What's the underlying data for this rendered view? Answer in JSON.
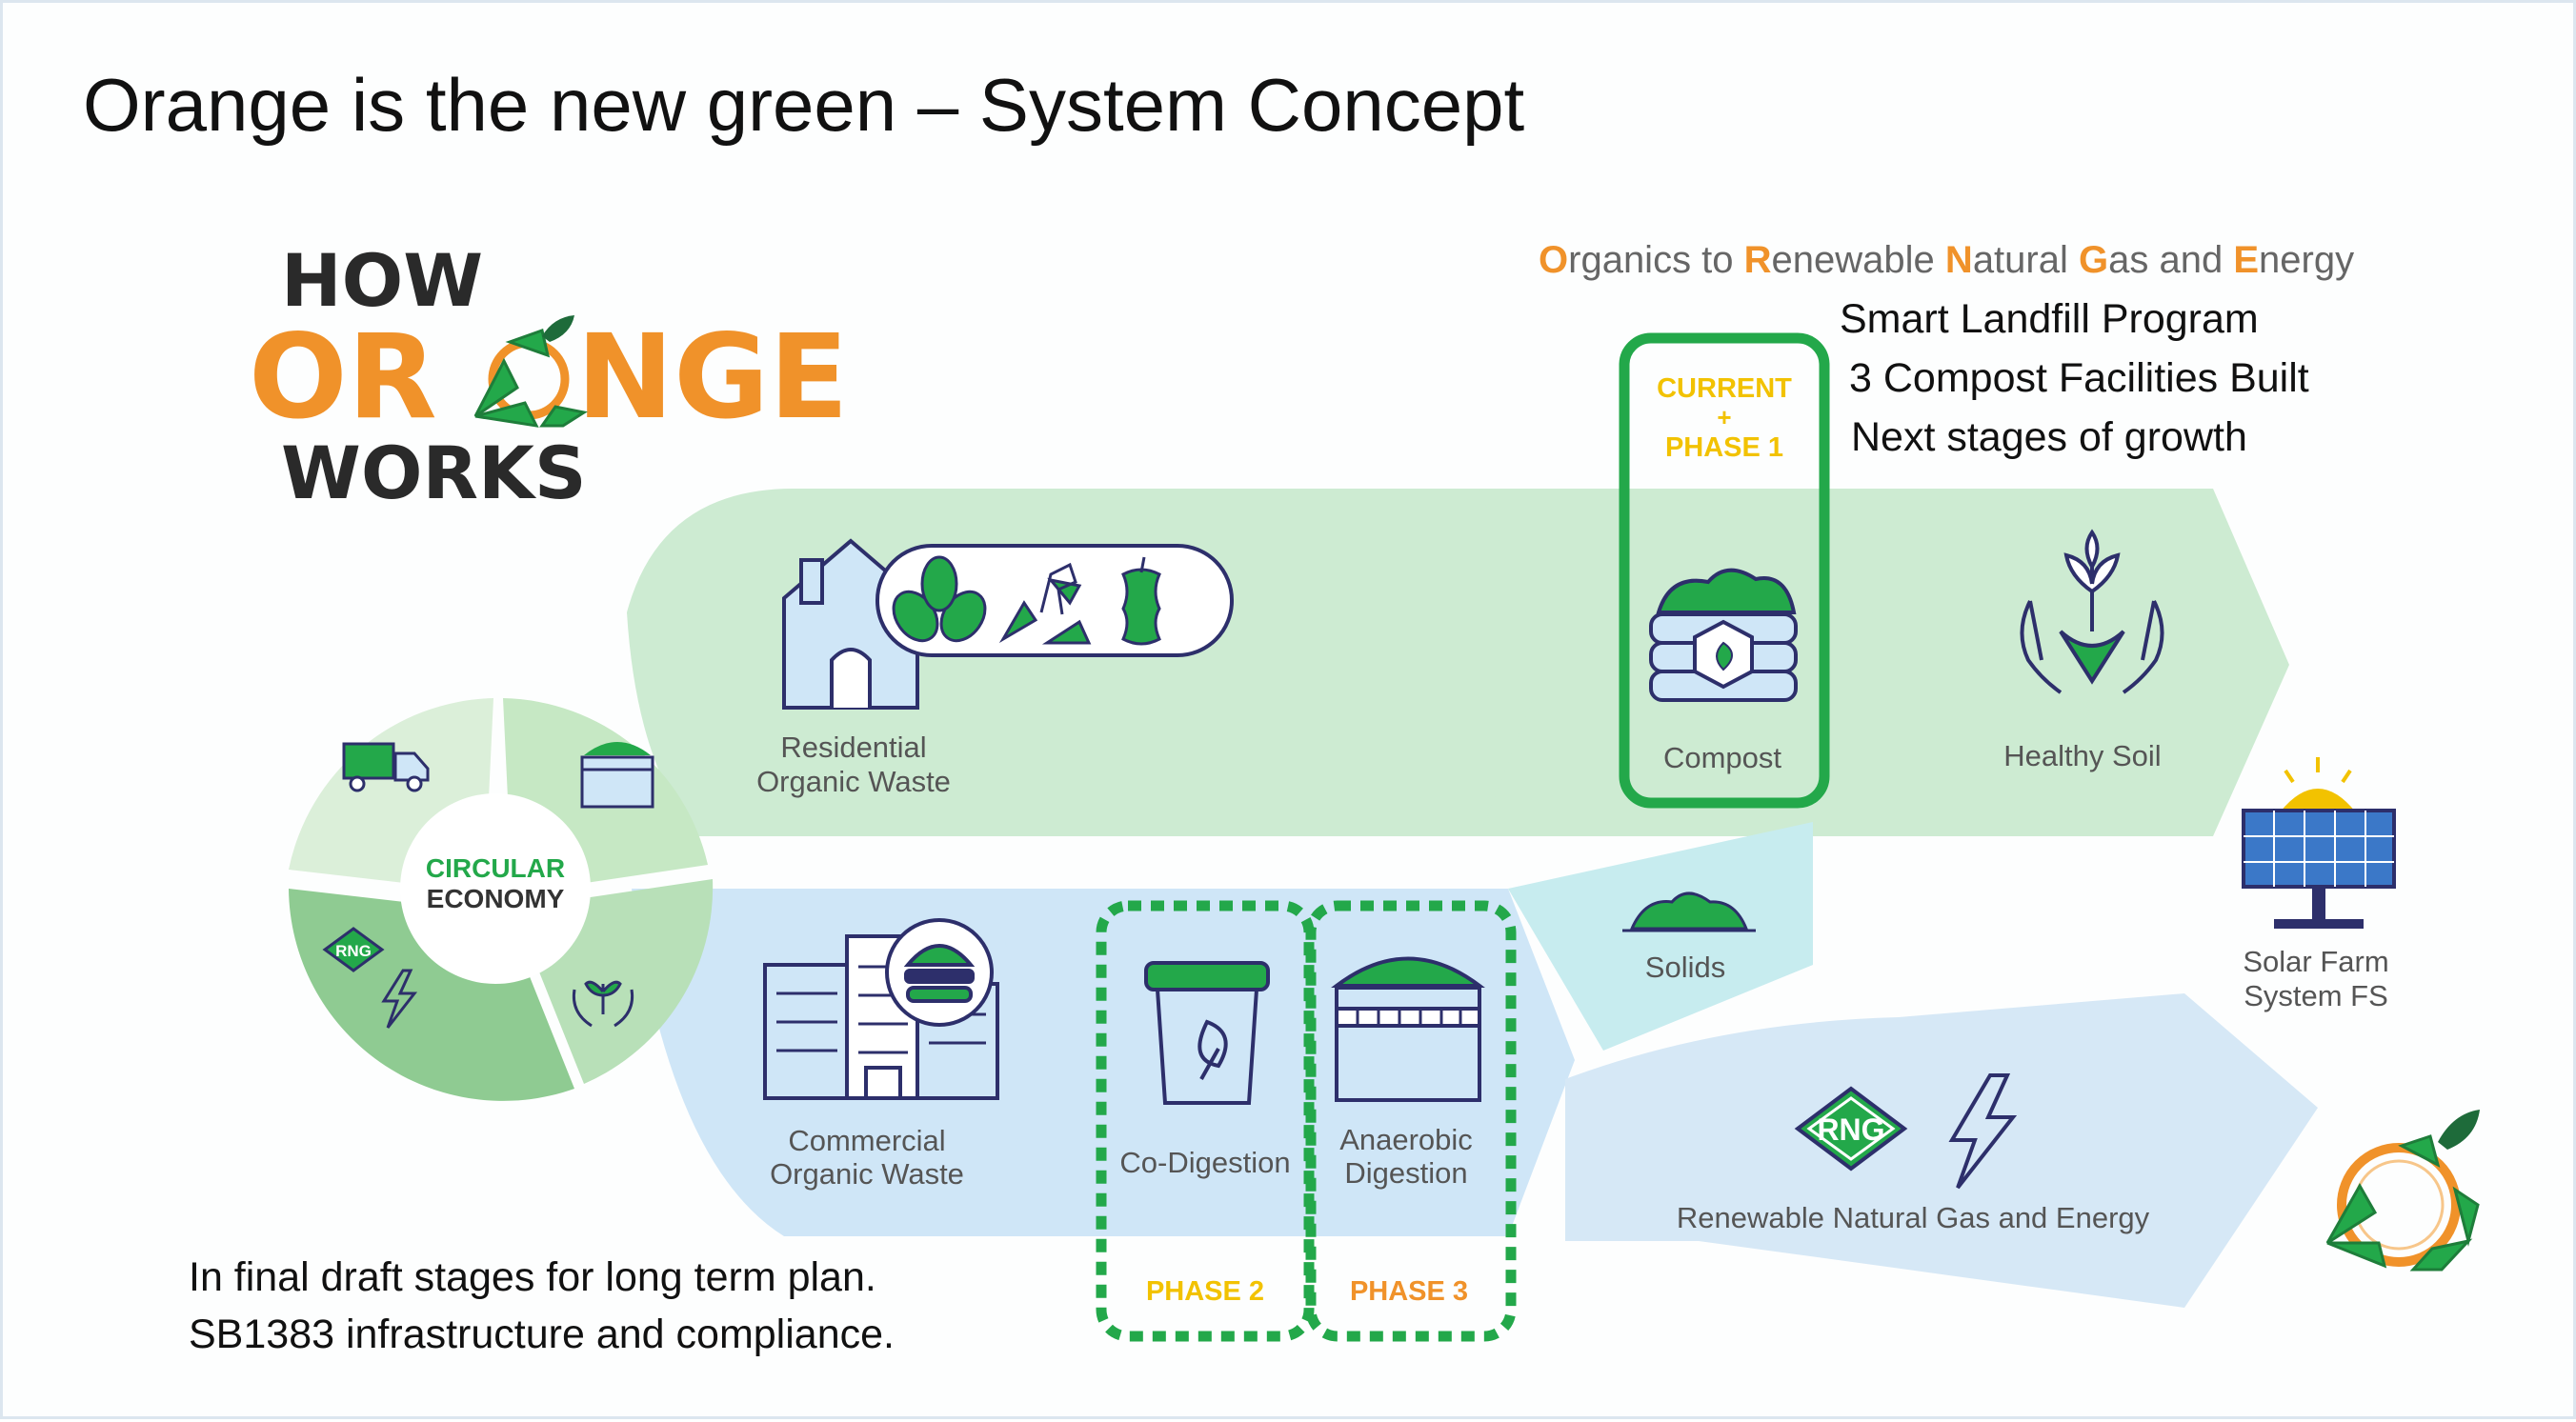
{
  "title": "Orange is the new green – System Concept",
  "logo": {
    "line1": "HOW",
    "line2a": "OR",
    "line2b": "NGE",
    "line3": "WORKS"
  },
  "program": {
    "acronym": [
      {
        "letter": "O",
        "rest": "rganics to "
      },
      {
        "letter": "R",
        "rest": "enewable "
      },
      {
        "letter": "N",
        "rest": "atural "
      },
      {
        "letter": "G",
        "rest": "as and "
      },
      {
        "letter": "E",
        "rest": "nergy"
      }
    ],
    "notes": [
      "Smart Landfill Program",
      "3 Compost Facilities Built",
      "Next stages of growth"
    ]
  },
  "circular": {
    "line1": "CIRCULAR",
    "line2": "ECONOMY",
    "rng_badge": "RNG"
  },
  "phases": {
    "current_line1": "CURRENT",
    "current_plus": "+",
    "current_line2": "PHASE 1",
    "phase2": "PHASE 2",
    "phase3": "PHASE 3"
  },
  "nodes": {
    "residential": [
      "Residential",
      "Organic Waste"
    ],
    "compost": "Compost",
    "healthy_soil": "Healthy Soil",
    "commercial": [
      "Commercial",
      "Organic Waste"
    ],
    "codigestion": "Co-Digestion",
    "anaerobic": [
      "Anaerobic",
      "Digestion"
    ],
    "solids": "Solids",
    "rng_badge": "RNG",
    "rng_label": "Renewable Natural Gas and Energy",
    "solar": [
      "Solar Farm",
      "System FS"
    ]
  },
  "bottom_notes": [
    "In final draft stages for long term plan.",
    "SB1383 infrastructure and compliance."
  ],
  "colors": {
    "orange": "#f0922a",
    "dark_green": "#23a84a",
    "light_green": "#cdebd2",
    "light_blue": "#cfe6f7",
    "navy": "#2d2f6b",
    "yellow": "#f2c200"
  }
}
